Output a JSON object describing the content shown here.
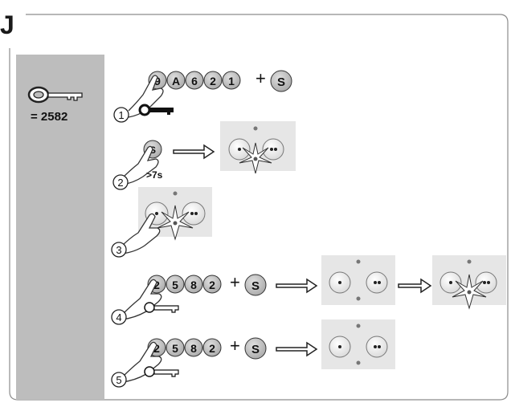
{
  "section_letter": "J",
  "sidebar": {
    "code_text": "= 2582"
  },
  "steps": [
    {
      "number": "1",
      "keys": [
        "9",
        "A",
        "6",
        "2",
        "1"
      ],
      "plus": "+",
      "s_key": "S"
    },
    {
      "number": "2",
      "s_key": "S",
      "hold_time": ">7s"
    },
    {
      "number": "3"
    },
    {
      "number": "4",
      "keys": [
        "2",
        "5",
        "8",
        "2"
      ],
      "plus": "+",
      "s_key": "S"
    },
    {
      "number": "5",
      "keys": [
        "2",
        "5",
        "8",
        "2"
      ],
      "plus": "+",
      "s_key": "S"
    }
  ],
  "colors": {
    "frame_border": "#8c8c8c",
    "sidebar_bg": "#bdbdbd",
    "key_fill": "#b7b7b7",
    "panel_bg": "#e6e6e6",
    "led": "#777777"
  }
}
